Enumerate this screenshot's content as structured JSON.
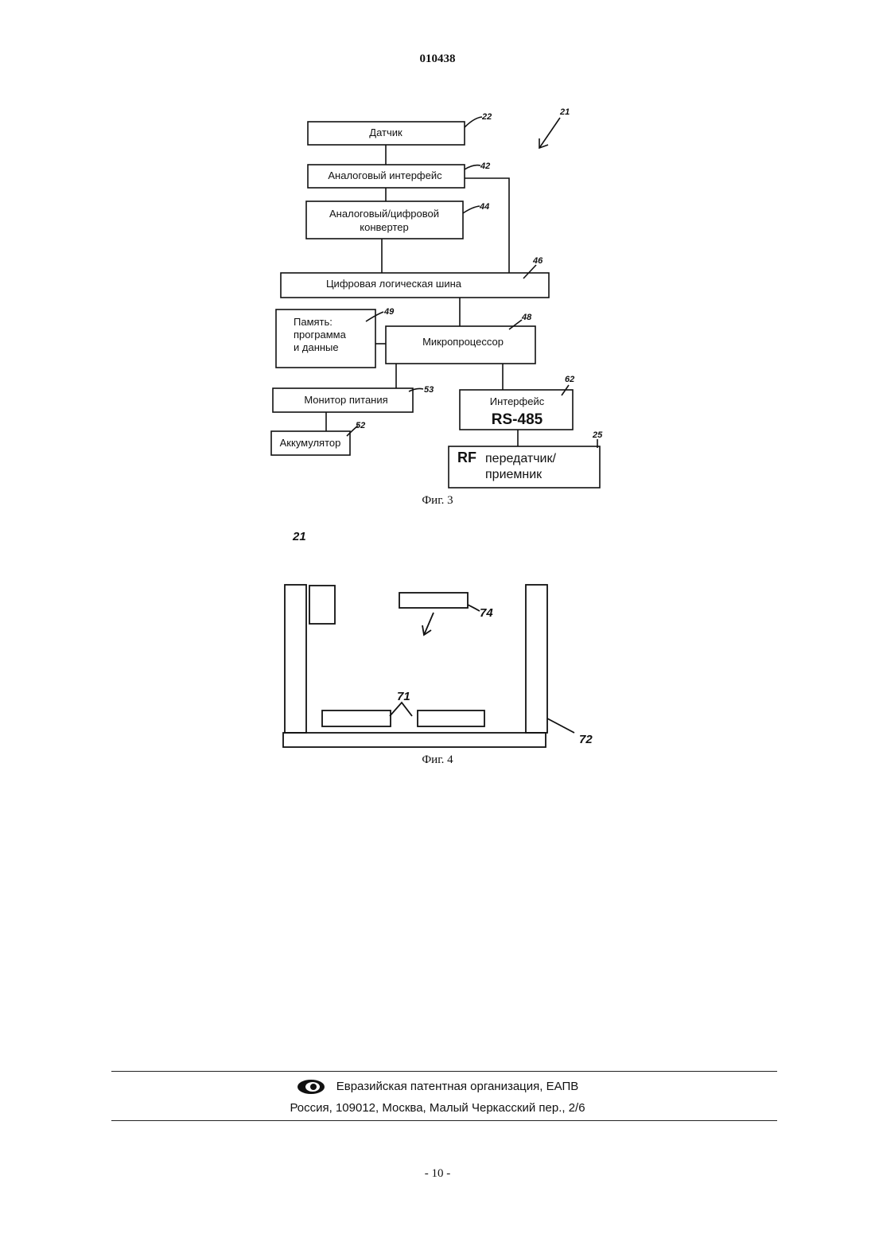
{
  "document_number": "010438",
  "figure3": {
    "caption": "Фиг. 3",
    "ref_system": "21",
    "blocks": {
      "sensor": {
        "label": "Датчик",
        "ref": "22"
      },
      "analog_interface": {
        "label": "Аналоговый интерфейс",
        "ref": "42"
      },
      "adc": {
        "label_line1": "Аналоговый/цифровой",
        "label_line2": "конвертер",
        "ref": "44"
      },
      "bus": {
        "label": "Цифровая логическая шина",
        "ref": "46"
      },
      "memory": {
        "label_line1": "Память:",
        "label_line2": "программа",
        "label_line3": "и данные",
        "ref": "49"
      },
      "microprocessor": {
        "label": "Микропроцессор",
        "ref": "48"
      },
      "power_monitor": {
        "label": "Монитор питания",
        "ref": "53"
      },
      "battery": {
        "label": "Аккумулятор",
        "ref": "52"
      },
      "rs485": {
        "label_line1": "Интерфейс",
        "label_line2": "RS-485",
        "ref": "62"
      },
      "rf": {
        "label_line1_prefix": "RF",
        "label_line1_rest": "передатчик/",
        "label_line2": "приемник",
        "ref": "25"
      }
    }
  },
  "figure4": {
    "caption": "Фиг. 4",
    "ref_system": "21",
    "refs": {
      "top_element": "74",
      "bottom_elements": "71",
      "housing": "72"
    }
  },
  "footer": {
    "organization": "Евразийская патентная организация, ЕАПВ",
    "address": "Россия, 109012, Москва, Малый Черкасский пер., 2/6"
  },
  "page_number": "- 10 -"
}
